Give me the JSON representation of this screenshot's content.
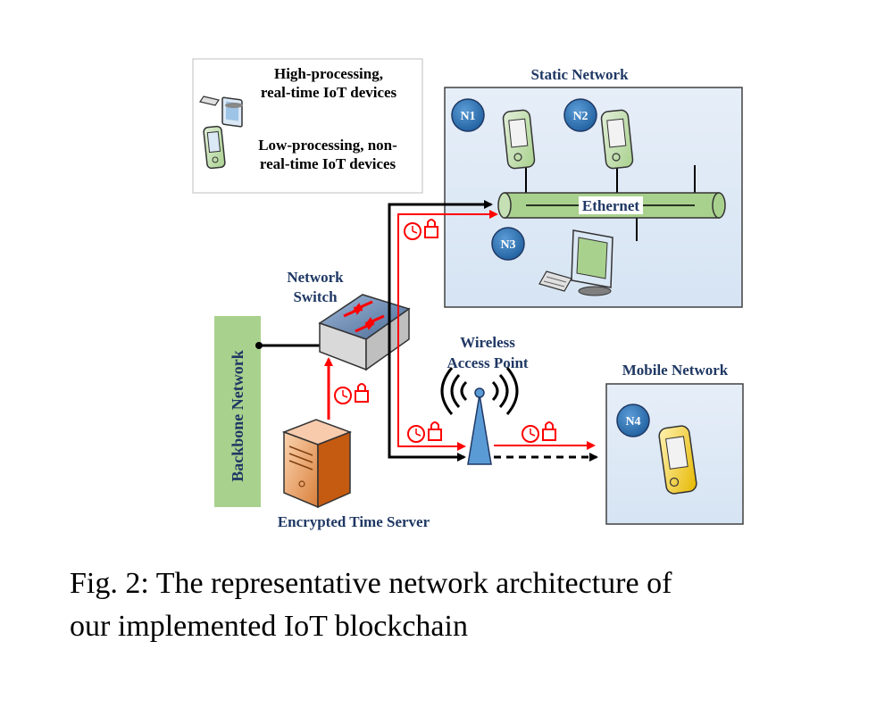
{
  "legend": {
    "high_line1": "High-processing,",
    "high_line2": "real-time IoT devices",
    "low_line1": "Low-processing, non-",
    "low_line2": "real-time IoT devices"
  },
  "static_network": {
    "title": "Static Network",
    "ethernet": "Ethernet"
  },
  "nodes": {
    "n1": "N1",
    "n2": "N2",
    "n3": "N3",
    "n4": "N4"
  },
  "switch": {
    "line1": "Network",
    "line2": "Switch"
  },
  "wap": {
    "line1": "Wireless",
    "line2": "Access Point"
  },
  "mobile_network": {
    "title": "Mobile Network"
  },
  "backbone": {
    "label": "Backbone Network"
  },
  "time_server": {
    "label": "Encrypted Time Server"
  },
  "caption": {
    "line1": "Fig. 2: The representative network architecture of",
    "line2": "our implemented IoT blockchain"
  },
  "colors": {
    "node": "#2e75b6",
    "box_fill": "#dbe8f5",
    "backbone": "#a9d18e",
    "ethernet": "#a9d18e",
    "red": "#ff0000"
  }
}
